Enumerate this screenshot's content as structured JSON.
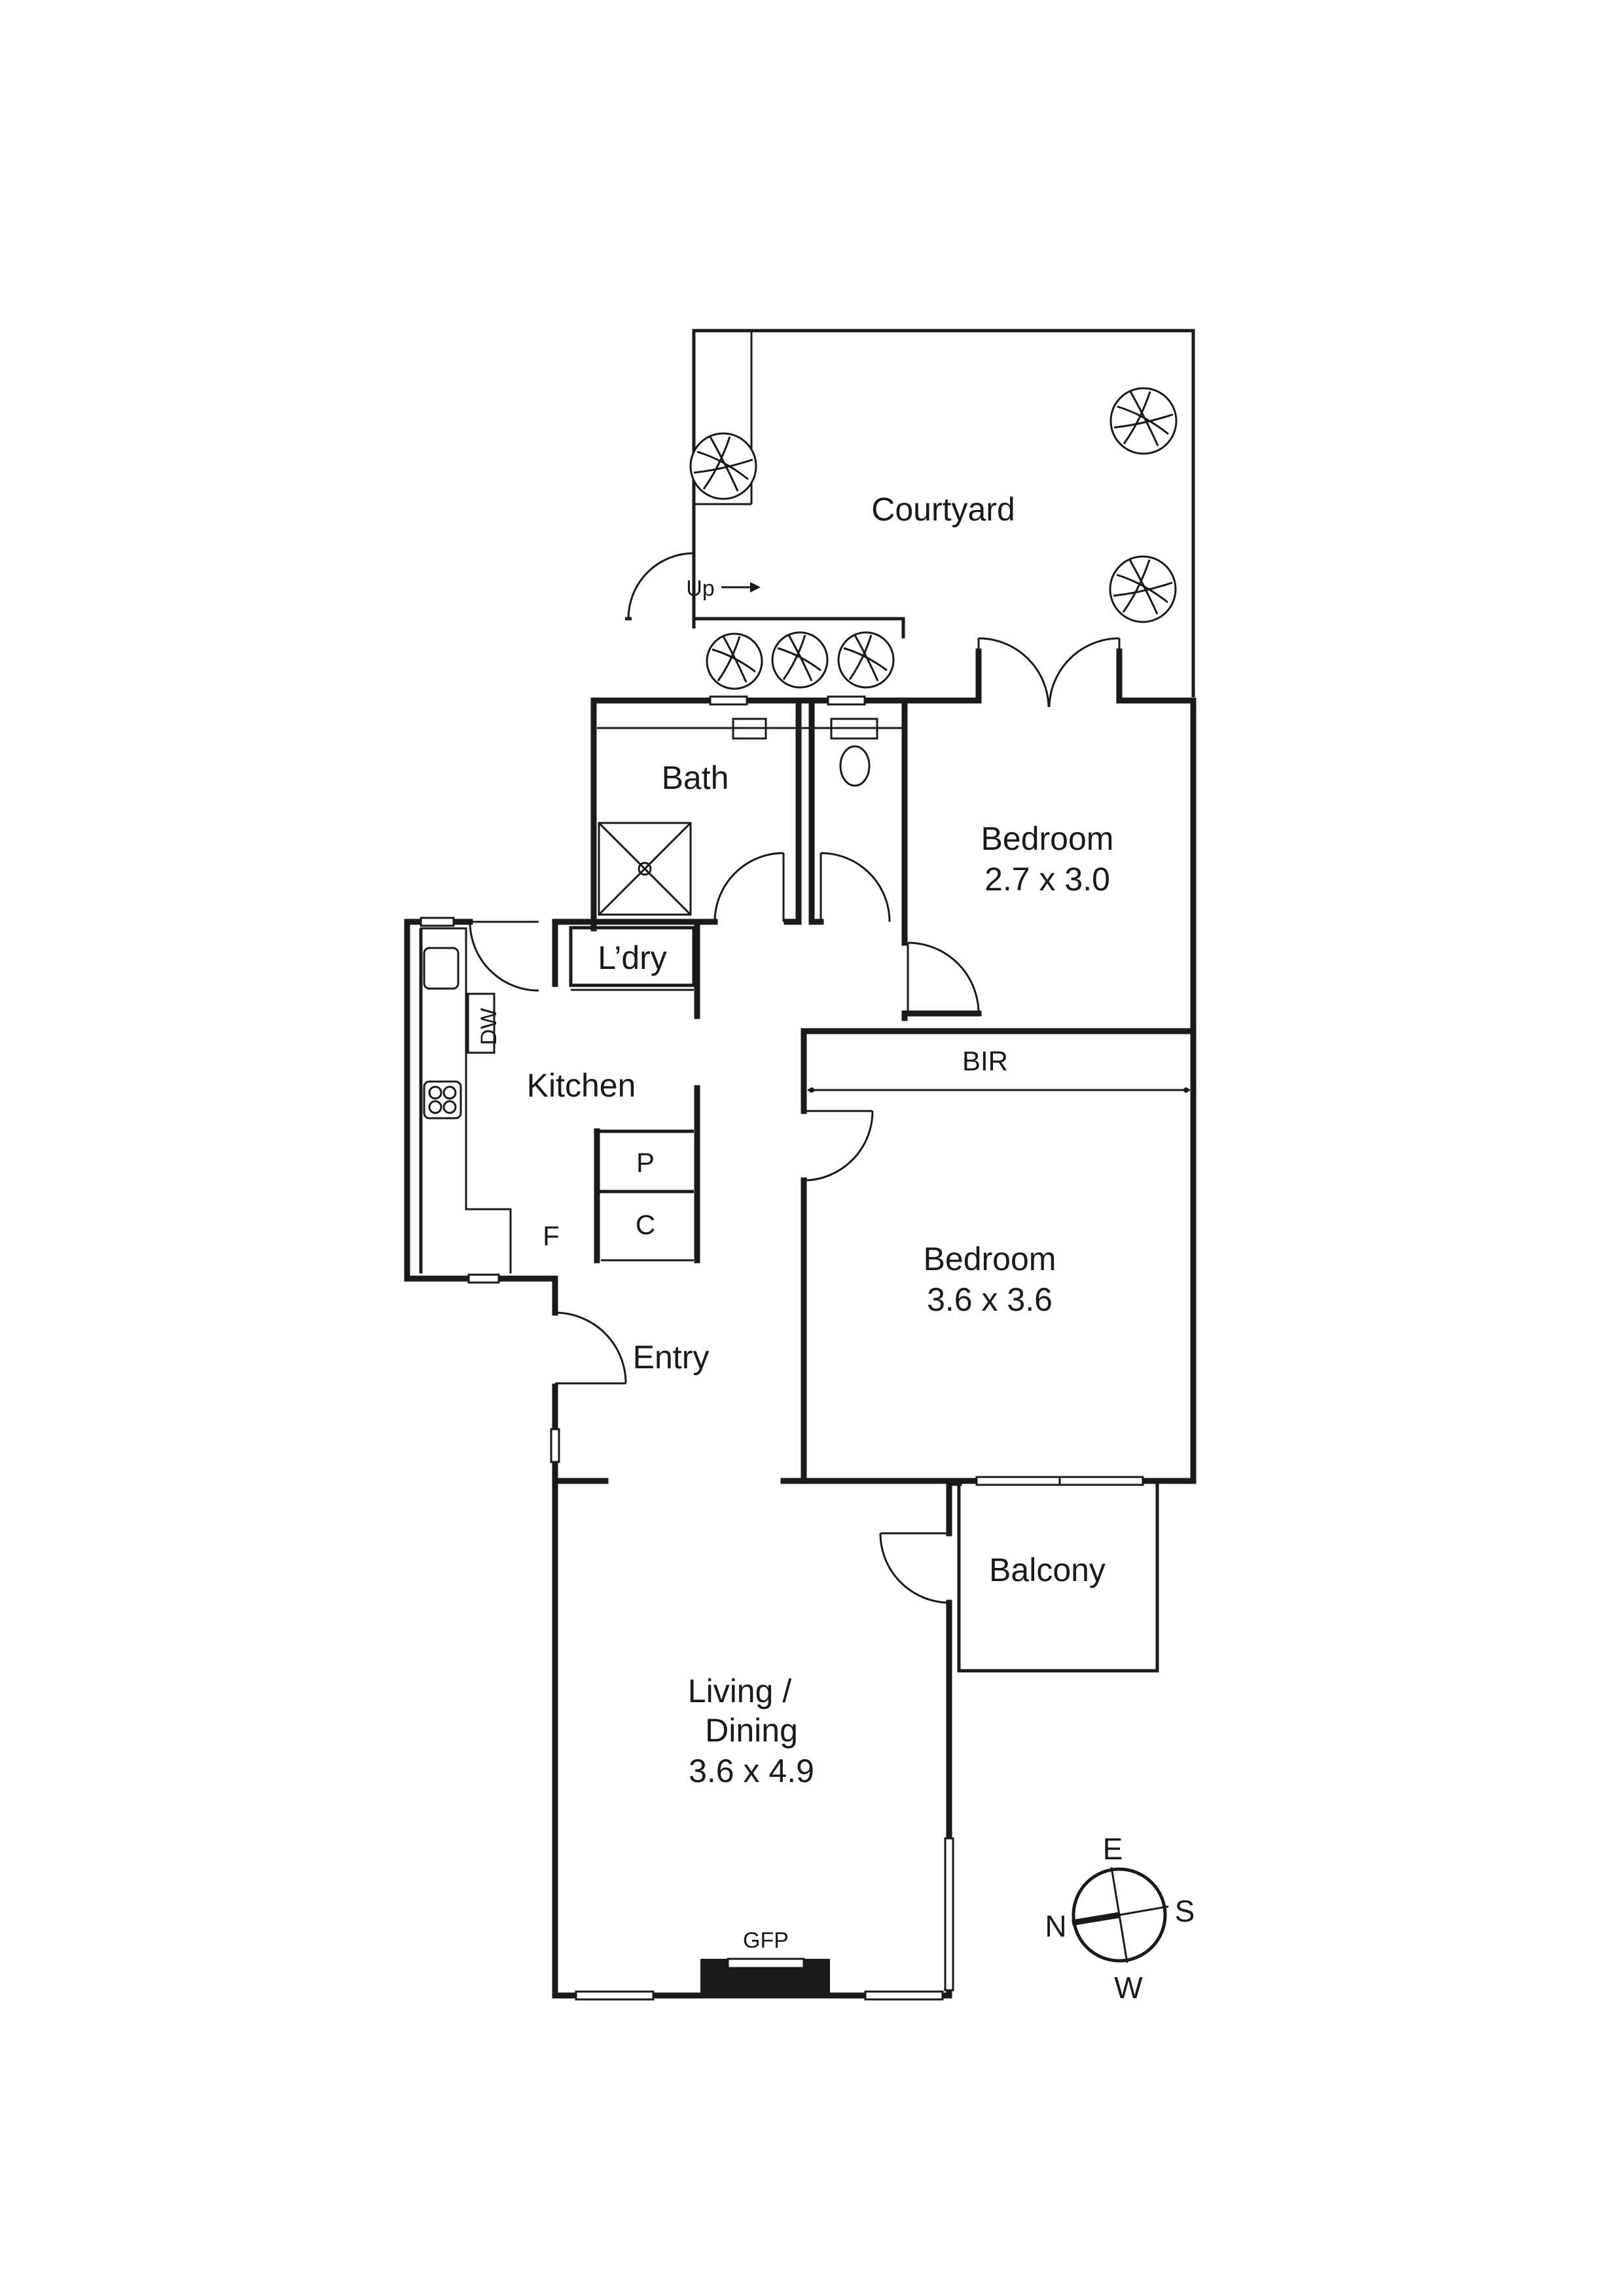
{
  "plan": {
    "rooms": {
      "courtyard": {
        "name": "Courtyard"
      },
      "bath": {
        "name": "Bath"
      },
      "bedroom1": {
        "name": "Bedroom",
        "size": "2.7 x 3.0"
      },
      "laundry": {
        "name": "L’dry"
      },
      "kitchen": {
        "name": "Kitchen"
      },
      "bir": {
        "name": "BIR"
      },
      "pantry": {
        "name": "P"
      },
      "cupboard": {
        "name": "C"
      },
      "fridge": {
        "name": "F"
      },
      "dishwasher": {
        "name": "DW"
      },
      "bedroom2": {
        "name": "Bedroom",
        "size": "3.6 x 3.6"
      },
      "entry": {
        "name": "Entry"
      },
      "balcony": {
        "name": "Balcony"
      },
      "living": {
        "name_line1": "Living /",
        "name_line2": "Dining",
        "size": "3.6 x 4.9"
      },
      "gfp": {
        "name": "GFP"
      }
    },
    "stair": {
      "label": "Up"
    },
    "compass": {
      "n": "N",
      "e": "E",
      "s": "S",
      "w": "W"
    }
  }
}
